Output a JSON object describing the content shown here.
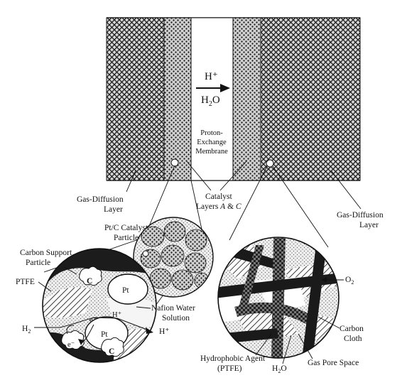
{
  "membrane": {
    "flux_species": "H⁺",
    "flux_water_base": "H",
    "flux_water_sub": "2",
    "flux_water_tail": "O",
    "label_line1": "Proton-",
    "label_line2": "Exchange",
    "label_line3": "Membrane"
  },
  "labels": {
    "gdl_left_line1": "Gas-Diffusion",
    "gdl_left_line2": "Layer",
    "gdl_right_line1": "Gas-Diffusion",
    "gdl_right_line2": "Layer",
    "catalyst_line1": "Catalyst",
    "catalyst_line2_prefix": "Layers ",
    "catalyst_a": "A",
    "catalyst_amp": " & ",
    "catalyst_c": "C",
    "ptc_line1": "Pt/C Catalyst",
    "ptc_line2": "Particles",
    "carbon_support_line1": "Carbon Support",
    "carbon_support_line2": "Particle",
    "ptfe": "PTFE",
    "nafion_line1": "Nafion Water",
    "nafion_line2": "Solution",
    "h2_base": "H",
    "h2_sub": "2",
    "h_plus_out": "H⁺",
    "o2_base": "O",
    "o2_sub": "2",
    "carbon_cloth_line1": "Carbon",
    "carbon_cloth_line2": "Cloth",
    "hydrophobic_line1": "Hydrophobic Agent",
    "hydrophobic_line2": "(PTFE)",
    "gas_pore": "Gas Pore Space",
    "h2o_base": "H",
    "h2o_sub": "2",
    "h2o_tail": "O"
  },
  "anode_zoom": {
    "pt_top": "Pt",
    "pt_bottom": "Pt",
    "c_top": "C",
    "c_bottom": "C",
    "h_plus": "H⁺",
    "e_minus_1": "e⁻",
    "e_minus_2": "e⁻"
  }
}
